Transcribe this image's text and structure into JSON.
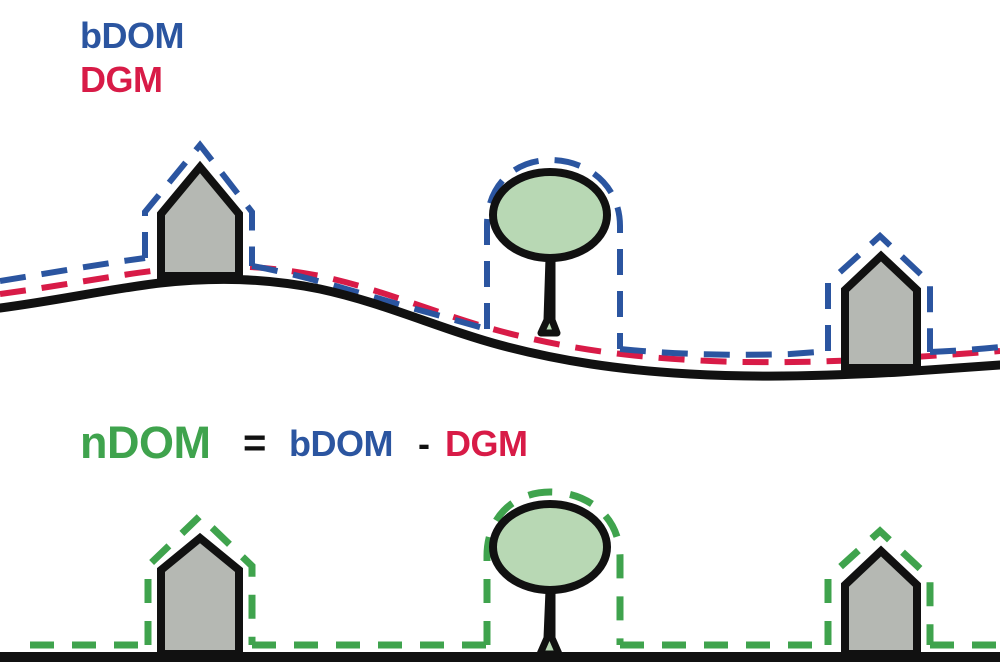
{
  "figure": {
    "title_semantics": "bDOM DGM nDOM surface model diagram",
    "background_color": "#ffffff"
  },
  "colors": {
    "bdom_blue": "#2B55A0",
    "dgm_red": "#D81B47",
    "ndom_green": "#3FA34D",
    "terrain_black": "#111111",
    "house_fill": "#B5B8B3",
    "house_outline": "#111111",
    "tree_crown_fill": "#B8D8B4",
    "tree_outline": "#111111",
    "equation_operator": "#111111"
  },
  "legend": {
    "items": [
      {
        "label": "bDOM",
        "color_key": "bdom_blue"
      },
      {
        "label": "DGM",
        "color_key": "dgm_red"
      }
    ]
  },
  "equation": {
    "result_label": "nDOM",
    "equals_sign": "=",
    "minuend_label": "bDOM",
    "minus_sign": "-",
    "subtrahend_label": "DGM"
  },
  "panels": [
    {
      "name": "top-panel",
      "description": "Terrain with bDOM (blue dashed) and DGM (red dashed) surfaces",
      "objects": [
        "house-left",
        "tree-middle",
        "house-right"
      ],
      "terrain_type": "undulating"
    },
    {
      "name": "bottom-panel",
      "description": "Normalized objects on flat ground with nDOM (green dashed) surface",
      "objects": [
        "house-left",
        "tree-middle",
        "house-right"
      ],
      "terrain_type": "flat"
    }
  ],
  "chart_data": {
    "type": "line",
    "title": "nDOM = bDOM - DGM",
    "legend": [
      "bDOM",
      "DGM",
      "nDOM"
    ],
    "xlabel": "",
    "ylabel": "",
    "notes": "Schematic cross-section: bDOM follows the top of buildings and vegetation, DGM follows bare ground, nDOM is the normalized object height above a flat datum."
  }
}
